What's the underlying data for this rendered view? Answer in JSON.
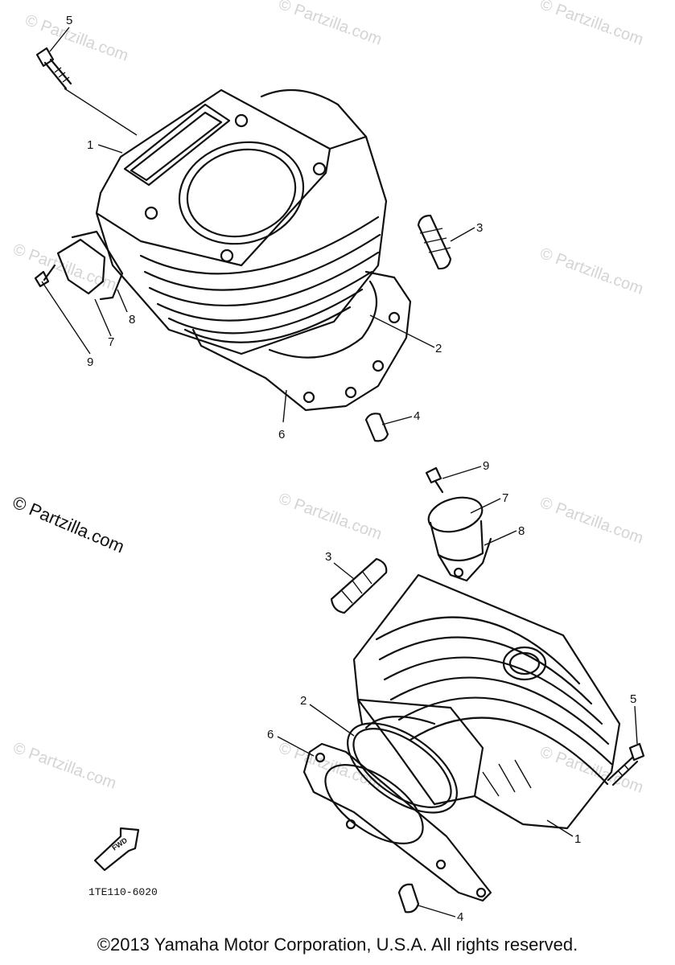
{
  "watermark": "© Partzilla.com",
  "watermark_main": "© Partzilla.com",
  "diagram_code": "1TE110-6020",
  "fwd_label": "FWD",
  "copyright": "©2013  Yamaha Motor Corporation, U.S.A. All rights reserved.",
  "callouts": {
    "top": {
      "c1": "1",
      "c2": "2",
      "c3": "3",
      "c4": "4",
      "c5": "5",
      "c6": "6",
      "c7": "7",
      "c8": "8",
      "c9": "9"
    },
    "bottom": {
      "c1": "1",
      "c2": "2",
      "c3": "3",
      "c4": "4",
      "c5": "5",
      "c6": "6",
      "c7": "7",
      "c8": "8",
      "c9": "9"
    }
  }
}
